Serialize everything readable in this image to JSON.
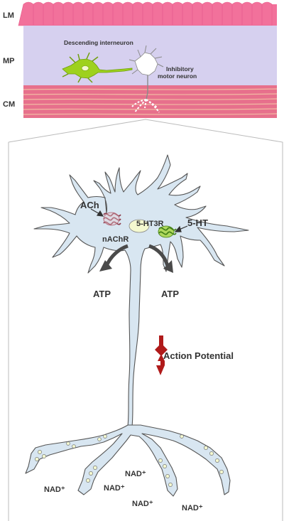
{
  "layers": {
    "lm": "LM",
    "mp": "MP",
    "cm": "CM"
  },
  "top_labels": {
    "descending_interneuron": "Descending interneuron",
    "inhibitory_line1": "Inhibitory",
    "inhibitory_line2": "motor neuron"
  },
  "neuron_labels": {
    "ach": "ACh",
    "nachr": "nAChR",
    "ht3r": "5-HT3R",
    "ht": "5-HT",
    "atp": "ATP",
    "action_potential": "Action Potential",
    "nad": "NAD⁺"
  },
  "colors": {
    "longitudinal_muscle": "#f2719b",
    "myenteric_plexus": "#d6d0ef",
    "circular_muscle": "#e7708c",
    "neuron_fill": "#d8e6f1",
    "interneuron": "#9ed11e",
    "action_potential_arrow": "#b01a1a",
    "receptor_nachr": "#8b3a4a",
    "receptor_5ht3": "#5ea82a"
  }
}
